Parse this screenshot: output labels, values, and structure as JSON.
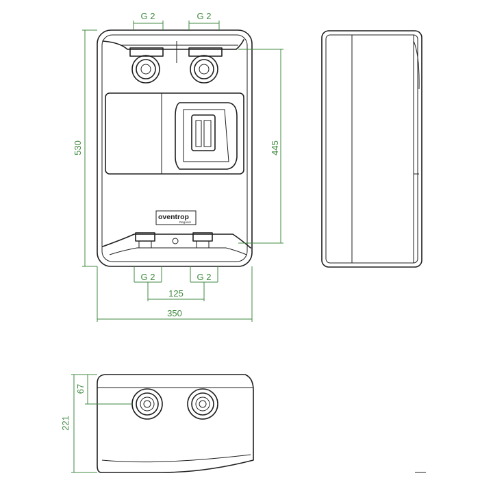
{
  "colors": {
    "outline": "#1e1e1e",
    "dimension": "#3f8a3f",
    "background": "#ffffff"
  },
  "front": {
    "top_thread_left": "G 2",
    "top_thread_right": "G 2",
    "bottom_thread_left": "G 2",
    "bottom_thread_right": "G 2",
    "height_overall": "530",
    "height_connections": "445",
    "spacing": "125",
    "width": "350",
    "brand": "oventrop",
    "brand_sub": "Regucor"
  },
  "top_view": {
    "depth_connections": "67",
    "depth_overall": "221"
  }
}
